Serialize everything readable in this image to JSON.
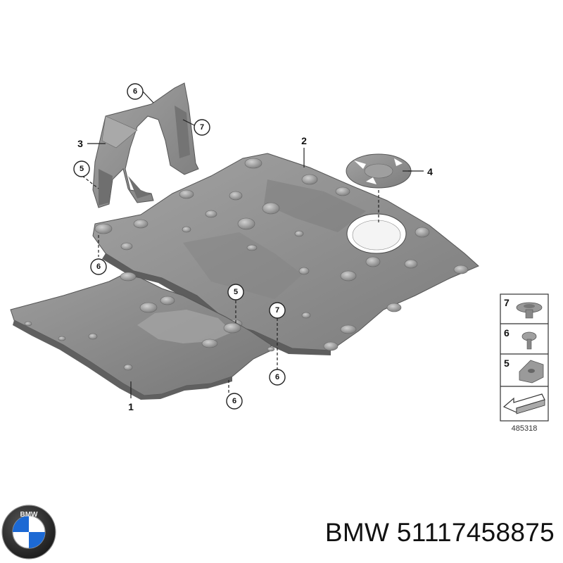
{
  "part_number_text": "BMW 51117458875",
  "reference_number": "485318",
  "logo_letters": "BMW",
  "callouts": {
    "c1": "1",
    "c2": "2",
    "c3": "3",
    "c4": "4",
    "c5a": "5",
    "c5b": "5",
    "c6a": "6",
    "c6b": "6",
    "c6c": "6",
    "c6d": "6",
    "c7a": "7",
    "c7b": "7"
  },
  "legend": {
    "n7": "7",
    "n6": "6",
    "n5": "5"
  },
  "colors": {
    "part_fill": "#8e8e8e",
    "part_dark": "#6e6e6e",
    "part_light": "#b5b5b5",
    "logo_blue": "#1c69d4"
  }
}
